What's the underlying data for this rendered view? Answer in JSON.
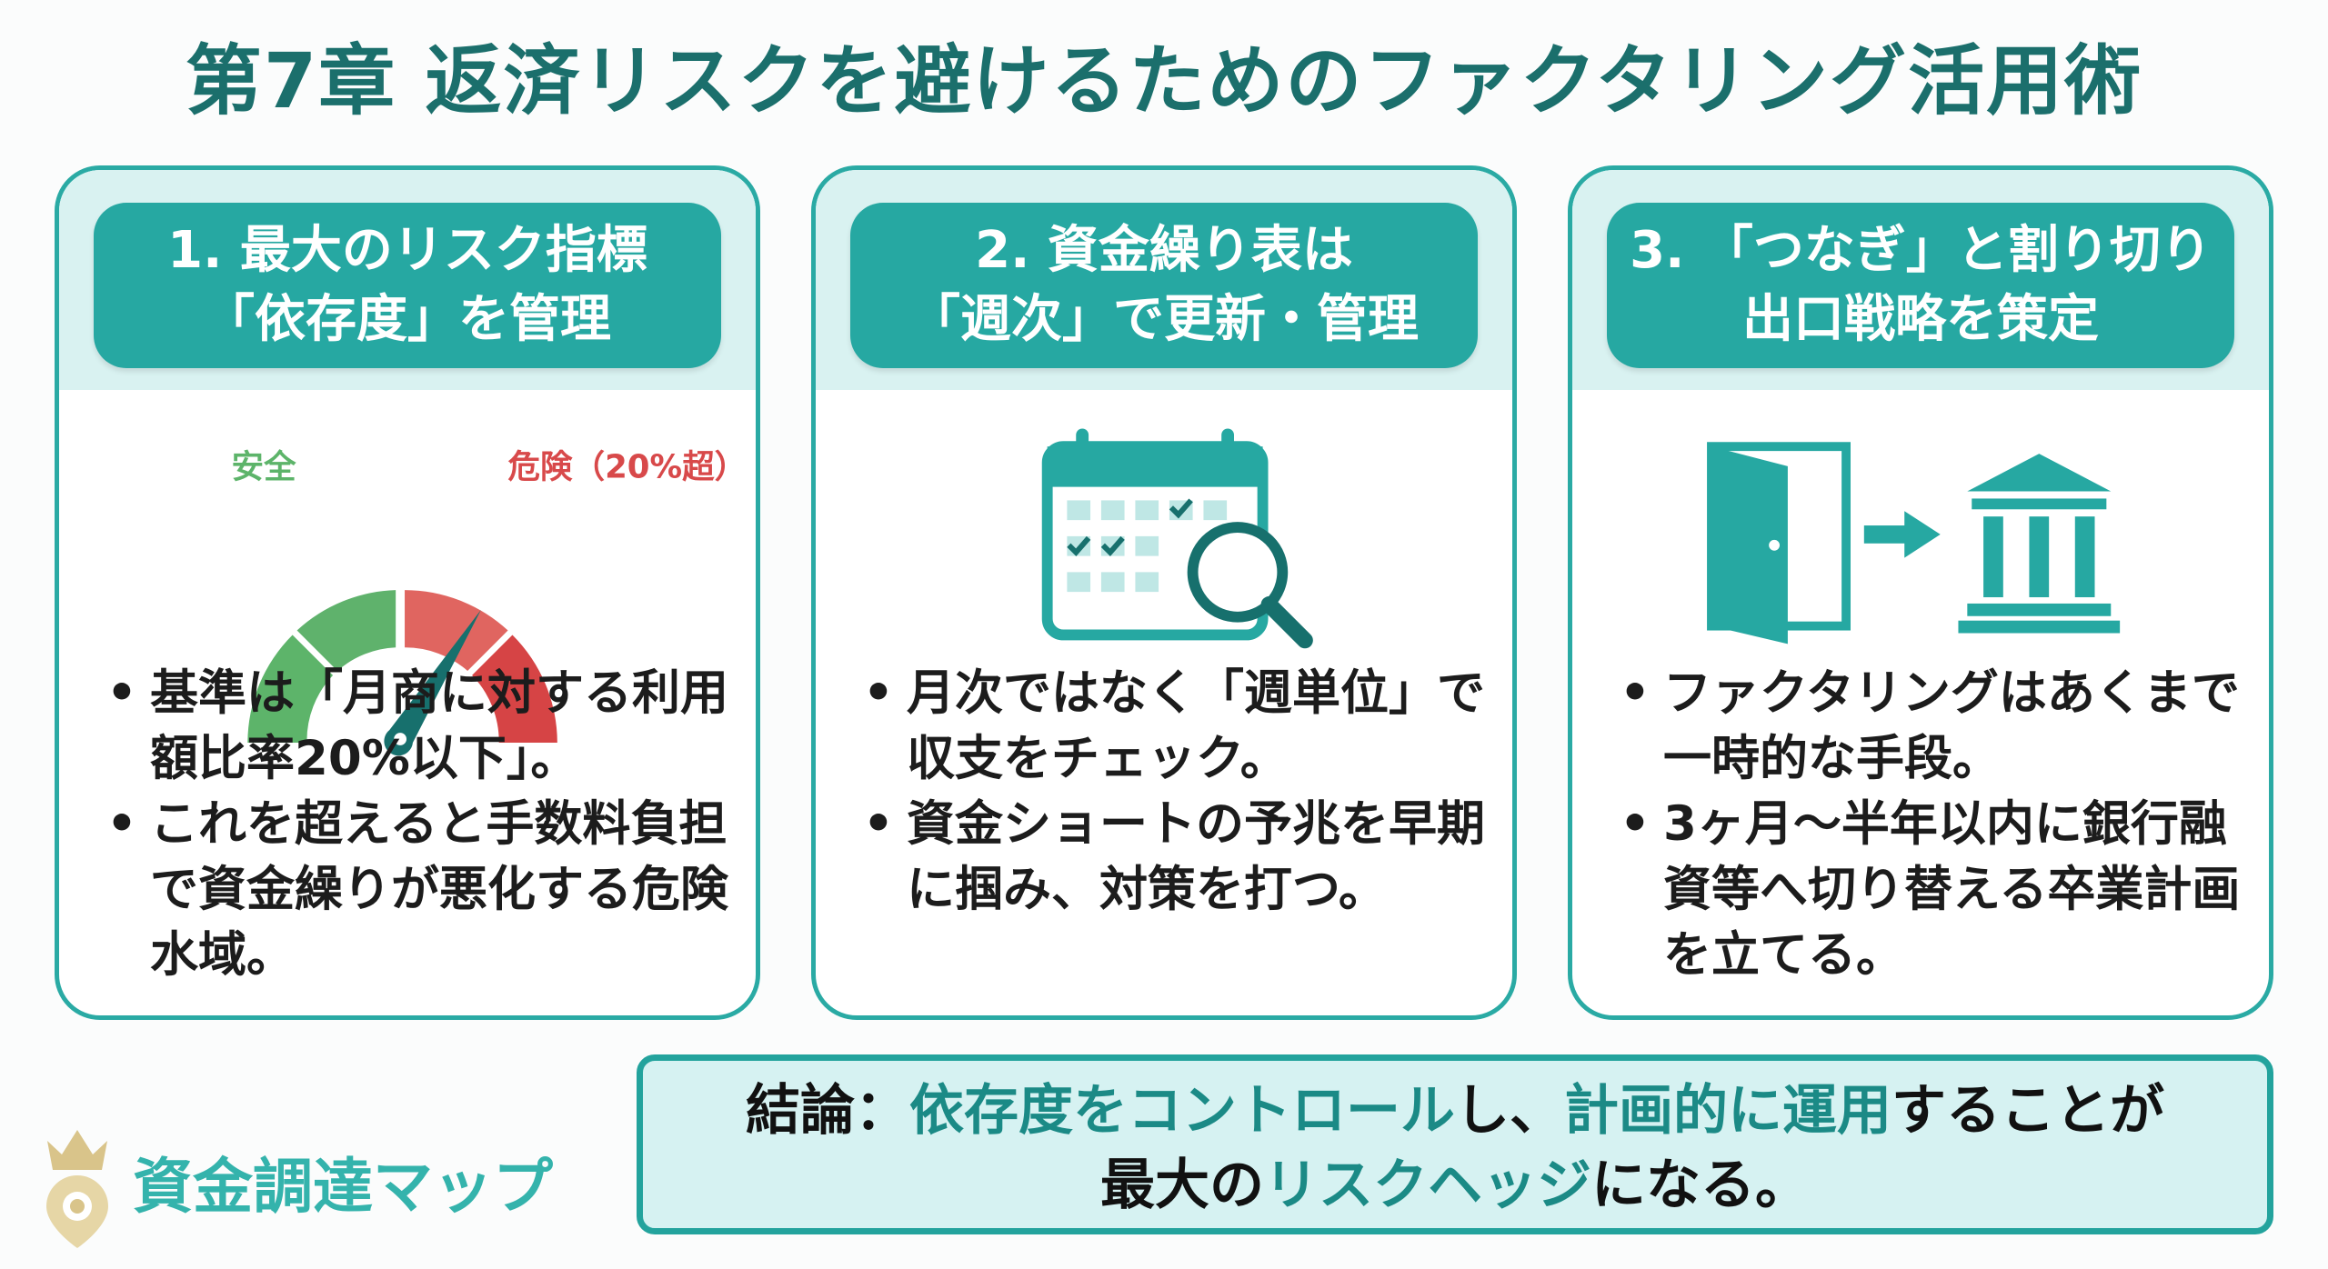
{
  "title": "第7章 返済リスクを避けるためのファクタリング活用術",
  "cards": [
    {
      "heading": [
        "1. 最大のリスク指標",
        "「依存度」を管理"
      ],
      "icon": "gauge-icon",
      "gauge": {
        "safe_label": "安全",
        "danger_label": "危険（20%超）",
        "safe_color": "#5db46a",
        "danger_color": "#d8494a",
        "needle_color": "#17706d"
      },
      "bullets": [
        "基準は「月商に対する利用額比率20%以下」。",
        "これを超えると手数料負担で資金繰りが悪化する危険水域。"
      ]
    },
    {
      "heading": [
        "2. 資金繰り表は",
        "「週次」で更新・管理"
      ],
      "icon": "calendar-search-icon",
      "bullets": [
        "月次ではなく「週単位」で収支をチェック。",
        "資金ショートの予兆を早期に掴み、対策を打つ。"
      ]
    },
    {
      "heading": [
        "3. 「つなぎ」と割り切り",
        "出口戦略を策定"
      ],
      "icon": "door-to-bank-icon",
      "bullets": [
        "ファクタリングはあくまで一時的な手段。",
        "3ヶ月〜半年以内に銀行融資等へ切り替える卒業計画を立てる。"
      ]
    }
  ],
  "conclusion": {
    "parts": [
      {
        "text": "結論：",
        "hl": false
      },
      {
        "text": "依存度をコントロール",
        "hl": true
      },
      {
        "text": "し、",
        "hl": false
      },
      {
        "text": "計画的に運用",
        "hl": true
      },
      {
        "text": "することが",
        "hl": false
      }
    ],
    "parts2": [
      {
        "text": "最大の",
        "hl": false
      },
      {
        "text": "リスクヘッジ",
        "hl": true
      },
      {
        "text": "になる。",
        "hl": false
      }
    ]
  },
  "logo": {
    "text": "資金調達マップ"
  },
  "colors": {
    "accent": "#26a8a2",
    "title": "#1b6f6c",
    "logo_gold": "#d9c48a"
  }
}
